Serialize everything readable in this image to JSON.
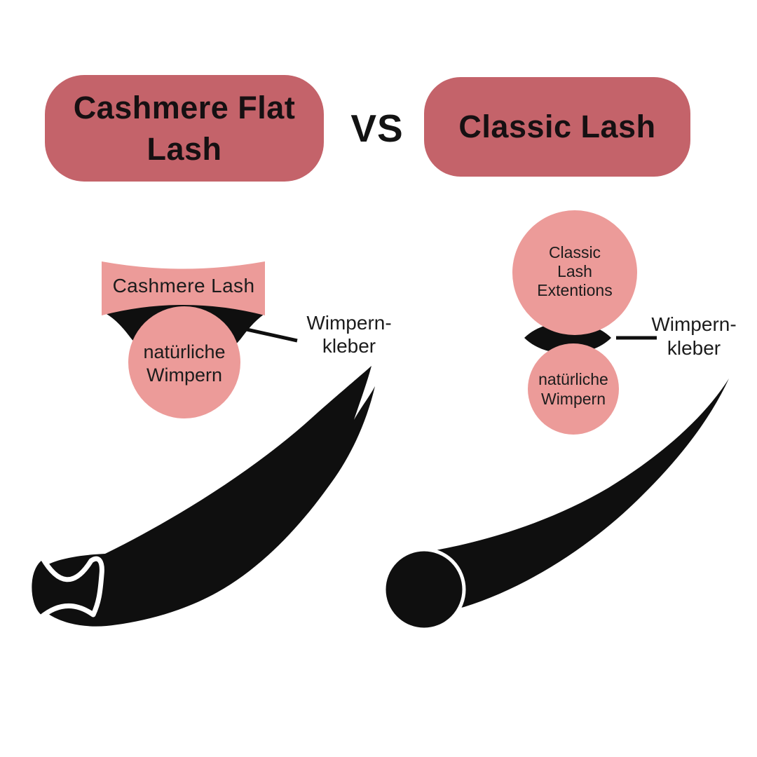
{
  "colors": {
    "rose": "#c4636a",
    "pink": "#ec9b99",
    "ink": "#0f0f0f",
    "text": "#1c1c1c",
    "bg": "#ffffff"
  },
  "header": {
    "left_title": "Cashmere Flat\nLash",
    "vs": "VS",
    "right_title": "Classic Lash"
  },
  "cashmere_diagram": {
    "lash_label": "Cashmere Lash",
    "natural_lash_label": "natürliche\nWimpern",
    "glue_label": "Wimpern-\nkleber"
  },
  "classic_diagram": {
    "extension_label": "Classic\nLash\nExtentions",
    "natural_lash_label": "natürliche\nWimpern",
    "glue_label": "Wimpern-\nkleber"
  }
}
